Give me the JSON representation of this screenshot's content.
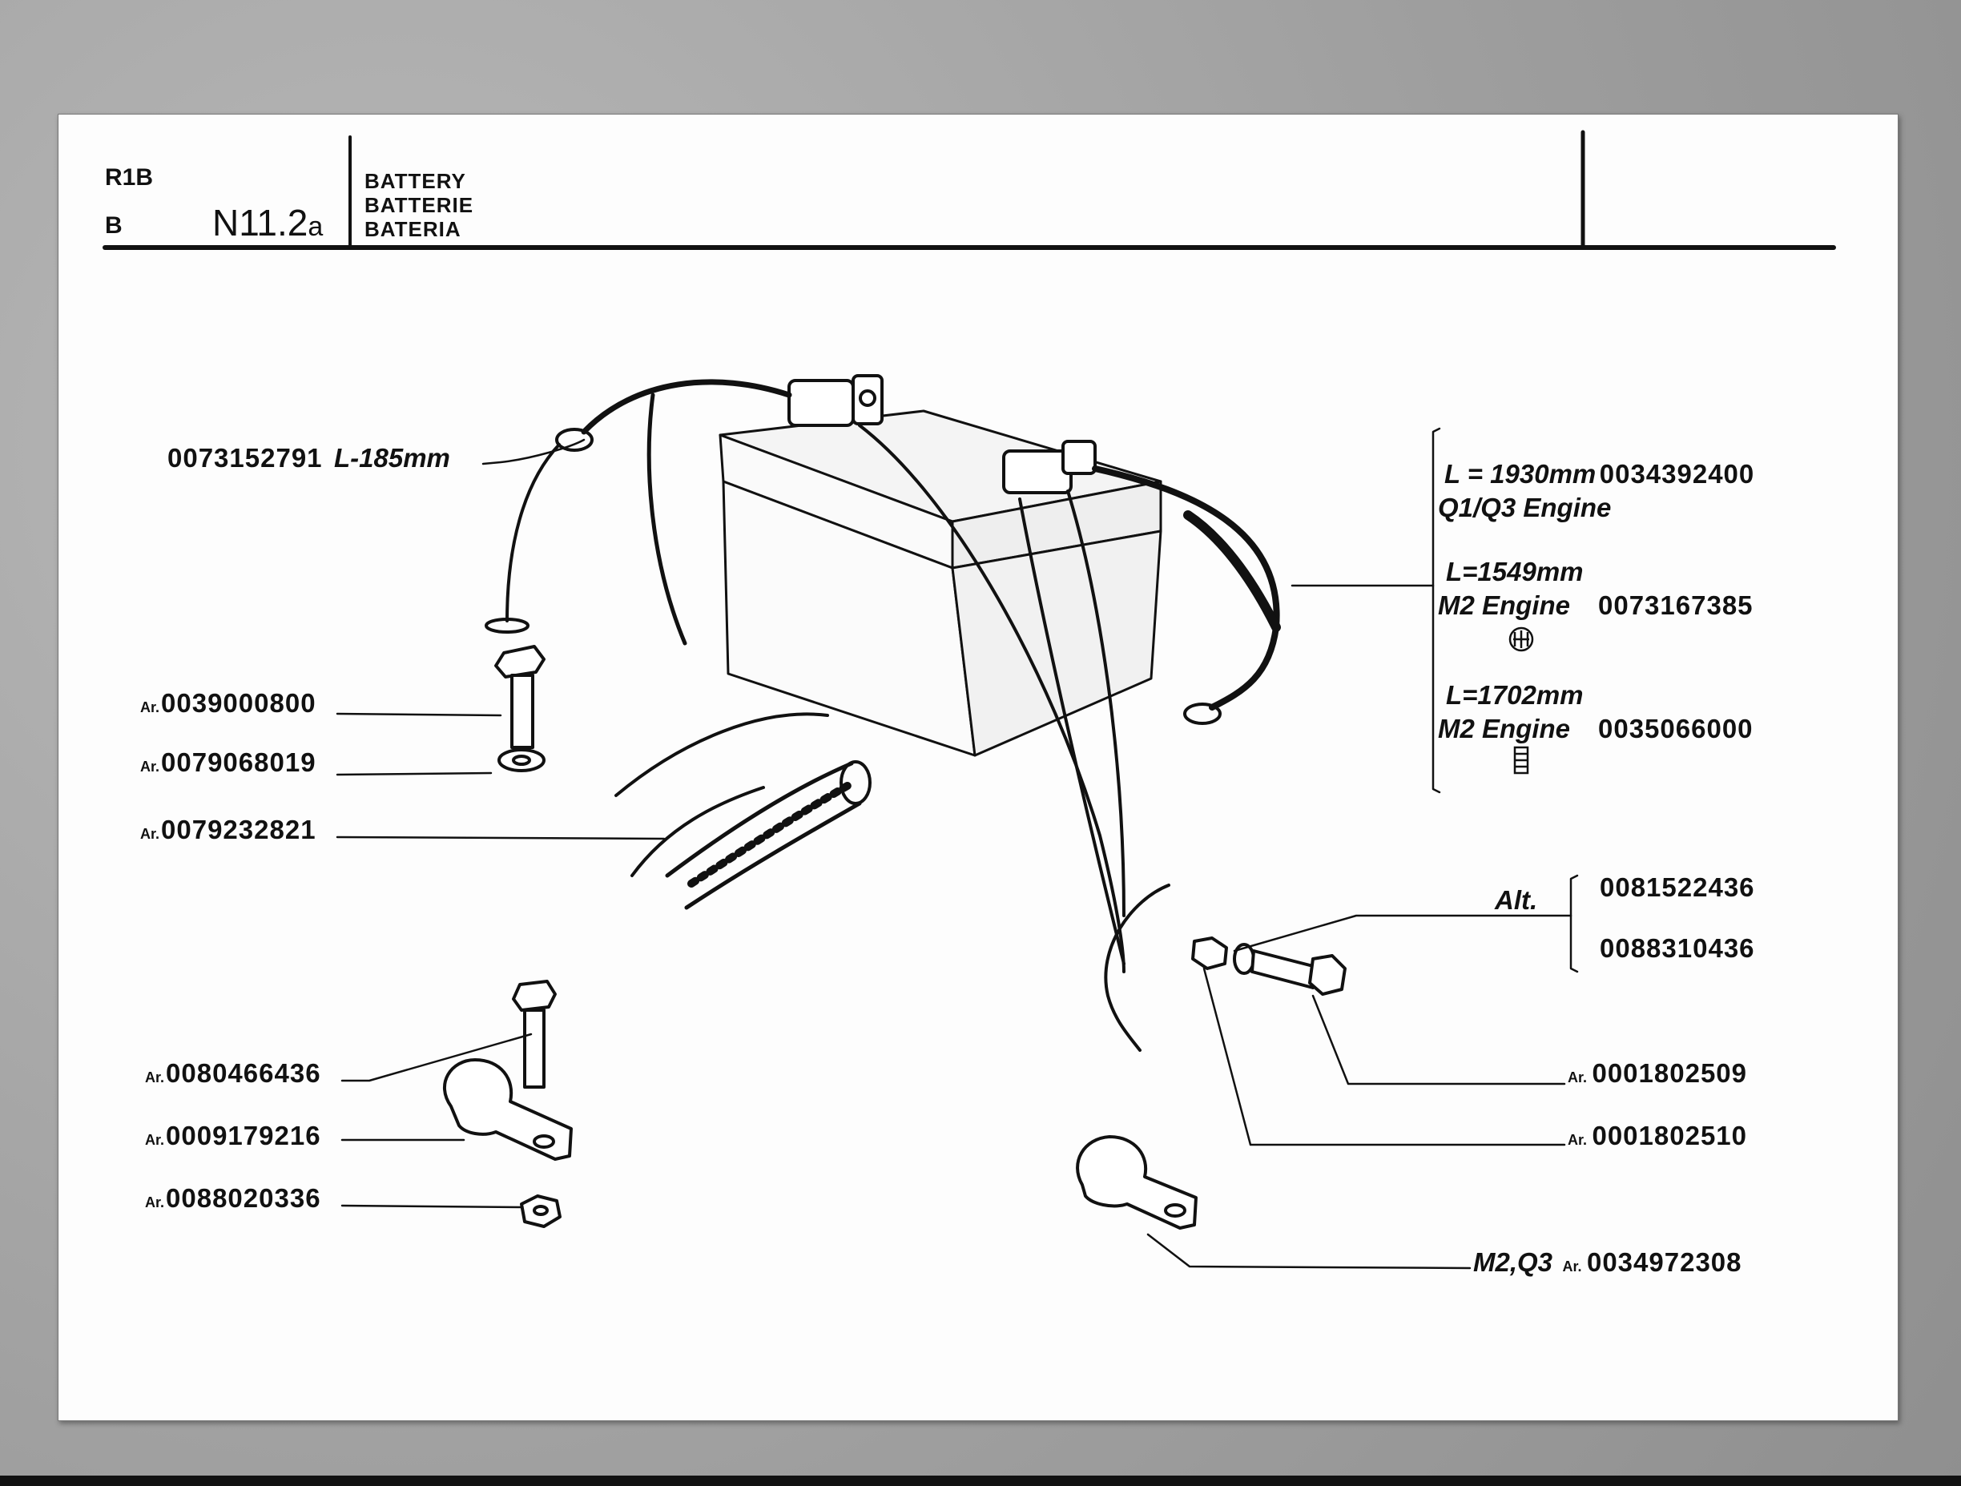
{
  "header": {
    "model": "R1B",
    "series": "B",
    "table_code": "N11.2",
    "table_suffix": "a",
    "titles": [
      "BATTERY",
      "BATTERIE",
      "BATERIA"
    ]
  },
  "ar_prefix": "Ar.",
  "left_labels": {
    "ground_lead_code": "0073152791",
    "ground_lead_length": "L-185mm",
    "bolt": "0039000800",
    "washer": "0079068019",
    "hose": "0079232821",
    "clip_bolt": "0080466436",
    "clip": "0009179216",
    "clip_nut": "0088020336"
  },
  "right_labels": {
    "cable1_length": "L = 1930mm",
    "cable1_code": "0034392400",
    "cable1_engine": "Q1/Q3 Engine",
    "cable2_length": "L=1549mm",
    "cable2_engine": "M2 Engine",
    "cable2_code": "0073167385",
    "cable3_length": "L=1702mm",
    "cable3_engine": "M2 Engine",
    "cable3_code": "0035066000",
    "alt_label": "Alt.",
    "alt_code1": "0081522436",
    "alt_code2": "0088310436",
    "bolt_code": "0001802509",
    "washer_code": "0001802510",
    "clip_prefix": "M2,Q3",
    "clip_code": "0034972308"
  }
}
